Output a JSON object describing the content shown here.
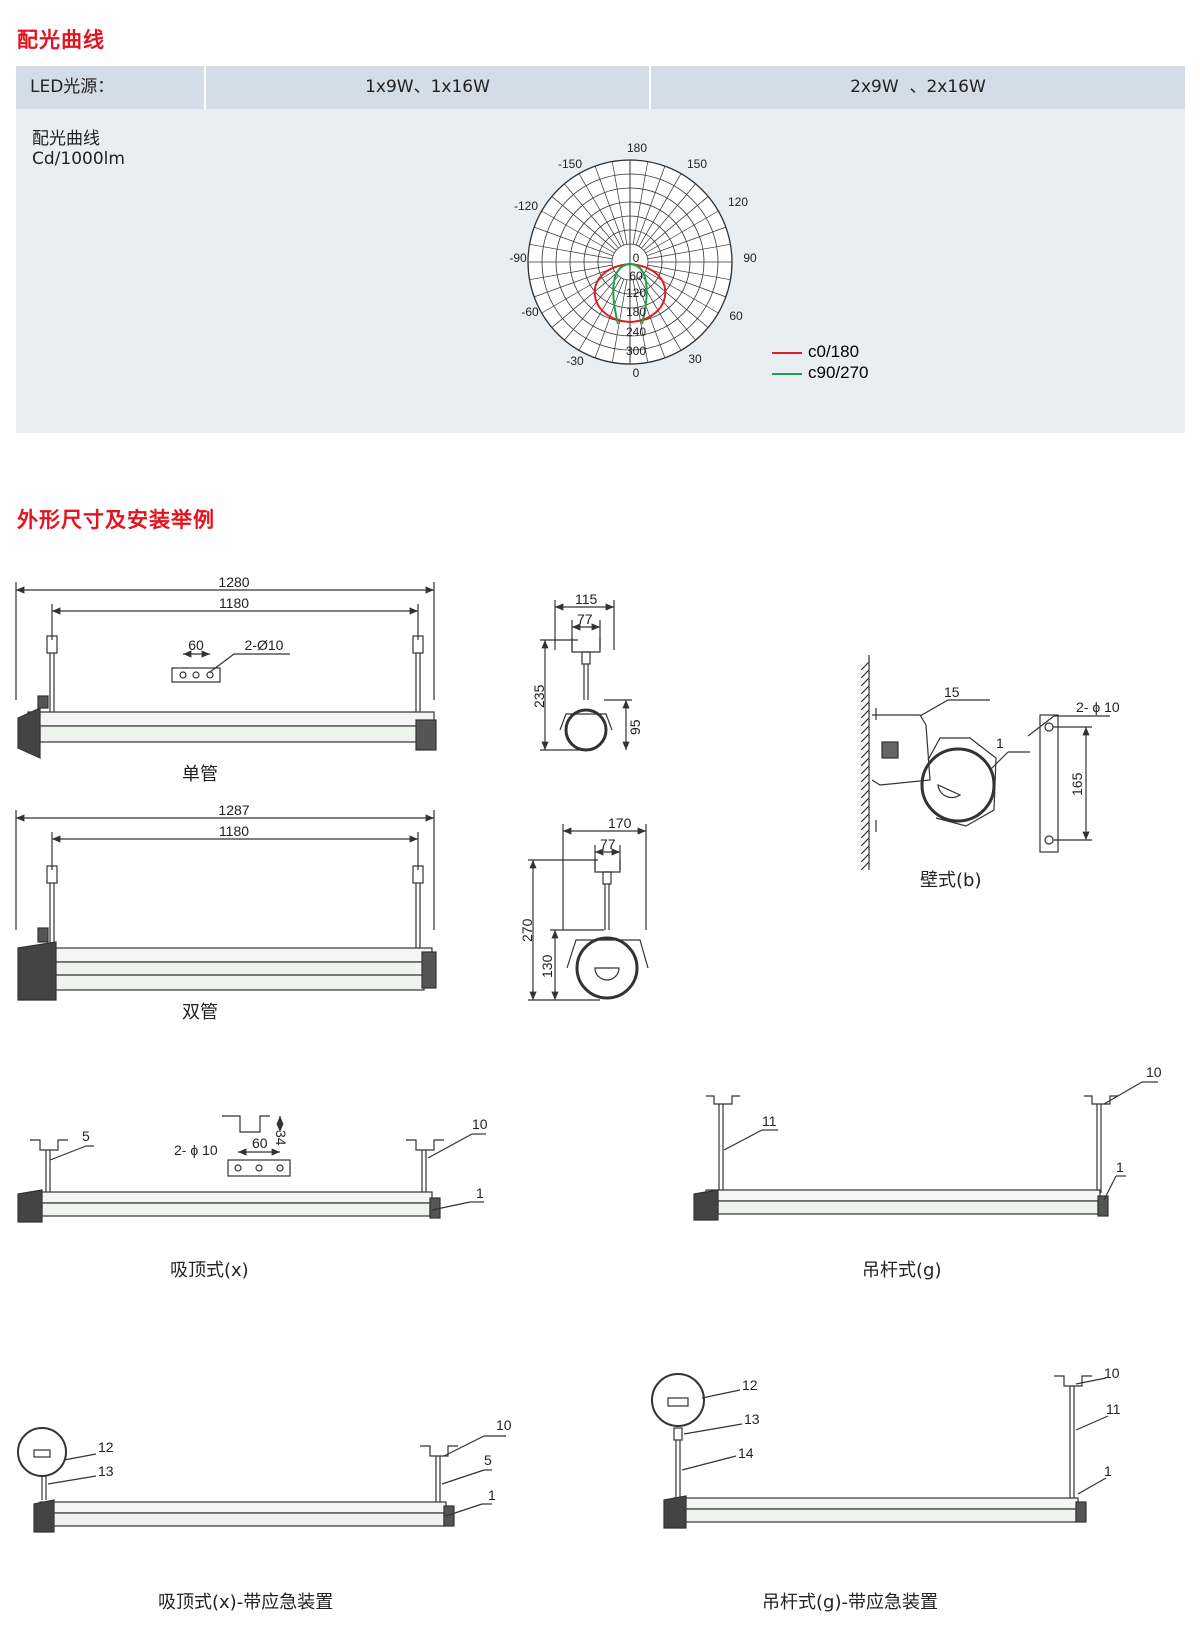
{
  "sections": {
    "photometric_title": "配光曲线",
    "dimensions_title": "外形尺寸及安装举例"
  },
  "photometric": {
    "header": {
      "source_label": "LED光源：",
      "col1": "1x9W、1x16W",
      "col2": "2x9W  、2x16W"
    },
    "curve_label_line1": "配光曲线",
    "curve_label_line2": "Cd/1000lm",
    "angle_labels": [
      "180",
      "150",
      "-150",
      "120",
      "-120",
      "90",
      "-90",
      "60",
      "-60",
      "30",
      "-30",
      "0"
    ],
    "radial_labels": [
      "0",
      "60",
      "120",
      "180",
      "240",
      "300"
    ],
    "legend": [
      {
        "label": "c0/180",
        "color": "#e11c25"
      },
      {
        "label": "c90/270",
        "color": "#1aa050"
      }
    ]
  },
  "drawings": {
    "single_tube": {
      "caption": "单管",
      "overall": "1280",
      "span": "1180",
      "bracket_pitch": "60",
      "hole": "2-Ø10"
    },
    "single_side": {
      "width": "115",
      "inner": "77",
      "height": "235",
      "body_h": "95"
    },
    "double_tube": {
      "caption": "双管",
      "overall": "1287",
      "span": "1180"
    },
    "double_side": {
      "width": "170",
      "inner": "77",
      "height": "270",
      "body_h": "130"
    },
    "wall": {
      "caption": "壁式(b)",
      "callout_15": "15",
      "callout_1": "1",
      "hole": "2- ϕ 10",
      "spacing": "165"
    },
    "ceiling": {
      "caption": "吸顶式(x)",
      "c5": "5",
      "c10": "10",
      "c1": "1",
      "hole": "2- ϕ 10",
      "pitch": "60",
      "bend": "34"
    },
    "pendant": {
      "caption": "吊杆式(g)",
      "c11": "11",
      "c10": "10",
      "c1": "1"
    },
    "ceiling_em": {
      "caption": "吸顶式(x)-带应急装置",
      "c10": "10",
      "c5": "5",
      "c1": "1",
      "c12": "12",
      "c13": "13"
    },
    "pendant_em": {
      "caption": "吊杆式(g)-带应急装置",
      "c12": "12",
      "c13": "13",
      "c14": "14",
      "c10": "10",
      "c11": "11",
      "c1": "1"
    }
  }
}
